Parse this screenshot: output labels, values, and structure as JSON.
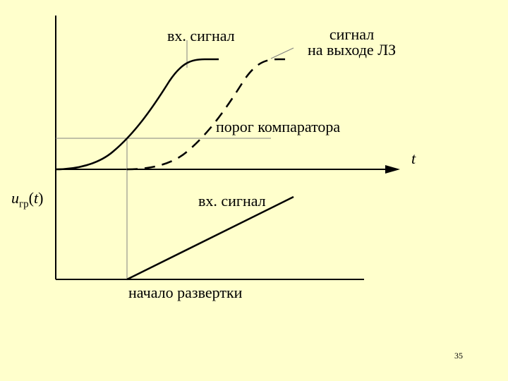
{
  "labels": {
    "input_signal_top": "вх. сигнал",
    "output_signal_line1": "сигнал",
    "output_signal_line2": "на выходе ЛЗ",
    "comparator_threshold": "порог компаратора",
    "time_axis": "t",
    "sweep_voltage_var": "u",
    "sweep_voltage_sub": "гр",
    "sweep_voltage_arg": "t",
    "input_signal_bottom": "вх. сигнал",
    "sweep_start": "начало развертки"
  },
  "slide": {
    "page_number": "35"
  },
  "colors": {
    "background": "#ffffcc",
    "ink": "#000000",
    "guide": "#808080"
  }
}
